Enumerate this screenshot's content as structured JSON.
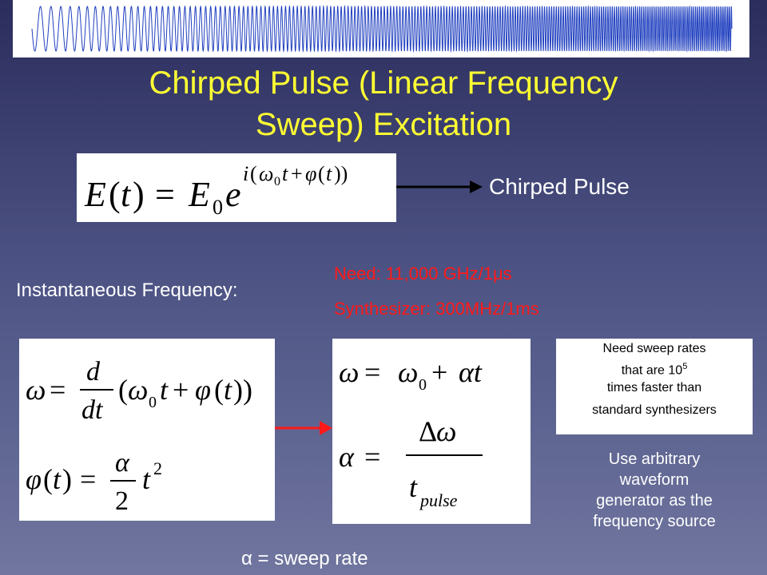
{
  "slide": {
    "title_line1": "Chirped Pulse (Linear Frequency",
    "title_line2": "Sweep) Excitation",
    "chirped_pulse_label": "Chirped Pulse",
    "instantaneous_label": "Instantaneous Frequency:",
    "need_label": "Need: 11,000 GHz/1",
    "need_unit": "μs",
    "synth_label": "Synthesizer: 300MHz/1ms",
    "note_line1": "Need sweep rates",
    "note_line2": "that are 10",
    "note_exp": "5",
    "note_line3": "times faster than",
    "note_line4": "standard synthesizers",
    "awg_line1": "Use arbitrary",
    "awg_line2": "waveform",
    "awg_line3": "generator as the",
    "awg_line4": "frequency source",
    "alpha_symbol": "α",
    "sweep_rate_label": " = sweep rate"
  },
  "colors": {
    "title": "#ffff33",
    "red": "#ff1a1a",
    "banner_wave": "#1f3fbf"
  }
}
